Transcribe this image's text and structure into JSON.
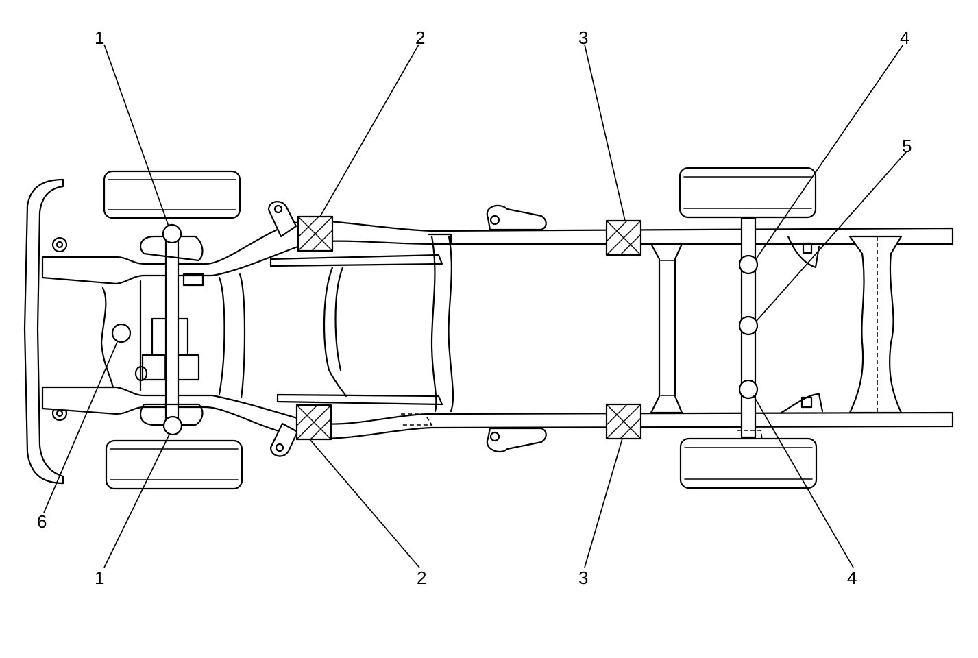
{
  "diagram": {
    "callouts": {
      "c1_top": "1",
      "c1_bottom": "1",
      "c2_top": "2",
      "c2_bottom": "2",
      "c3_top": "3",
      "c3_bottom": "3",
      "c4_top": "4",
      "c4_bottom": "4",
      "c5": "5",
      "c6": "6"
    }
  }
}
